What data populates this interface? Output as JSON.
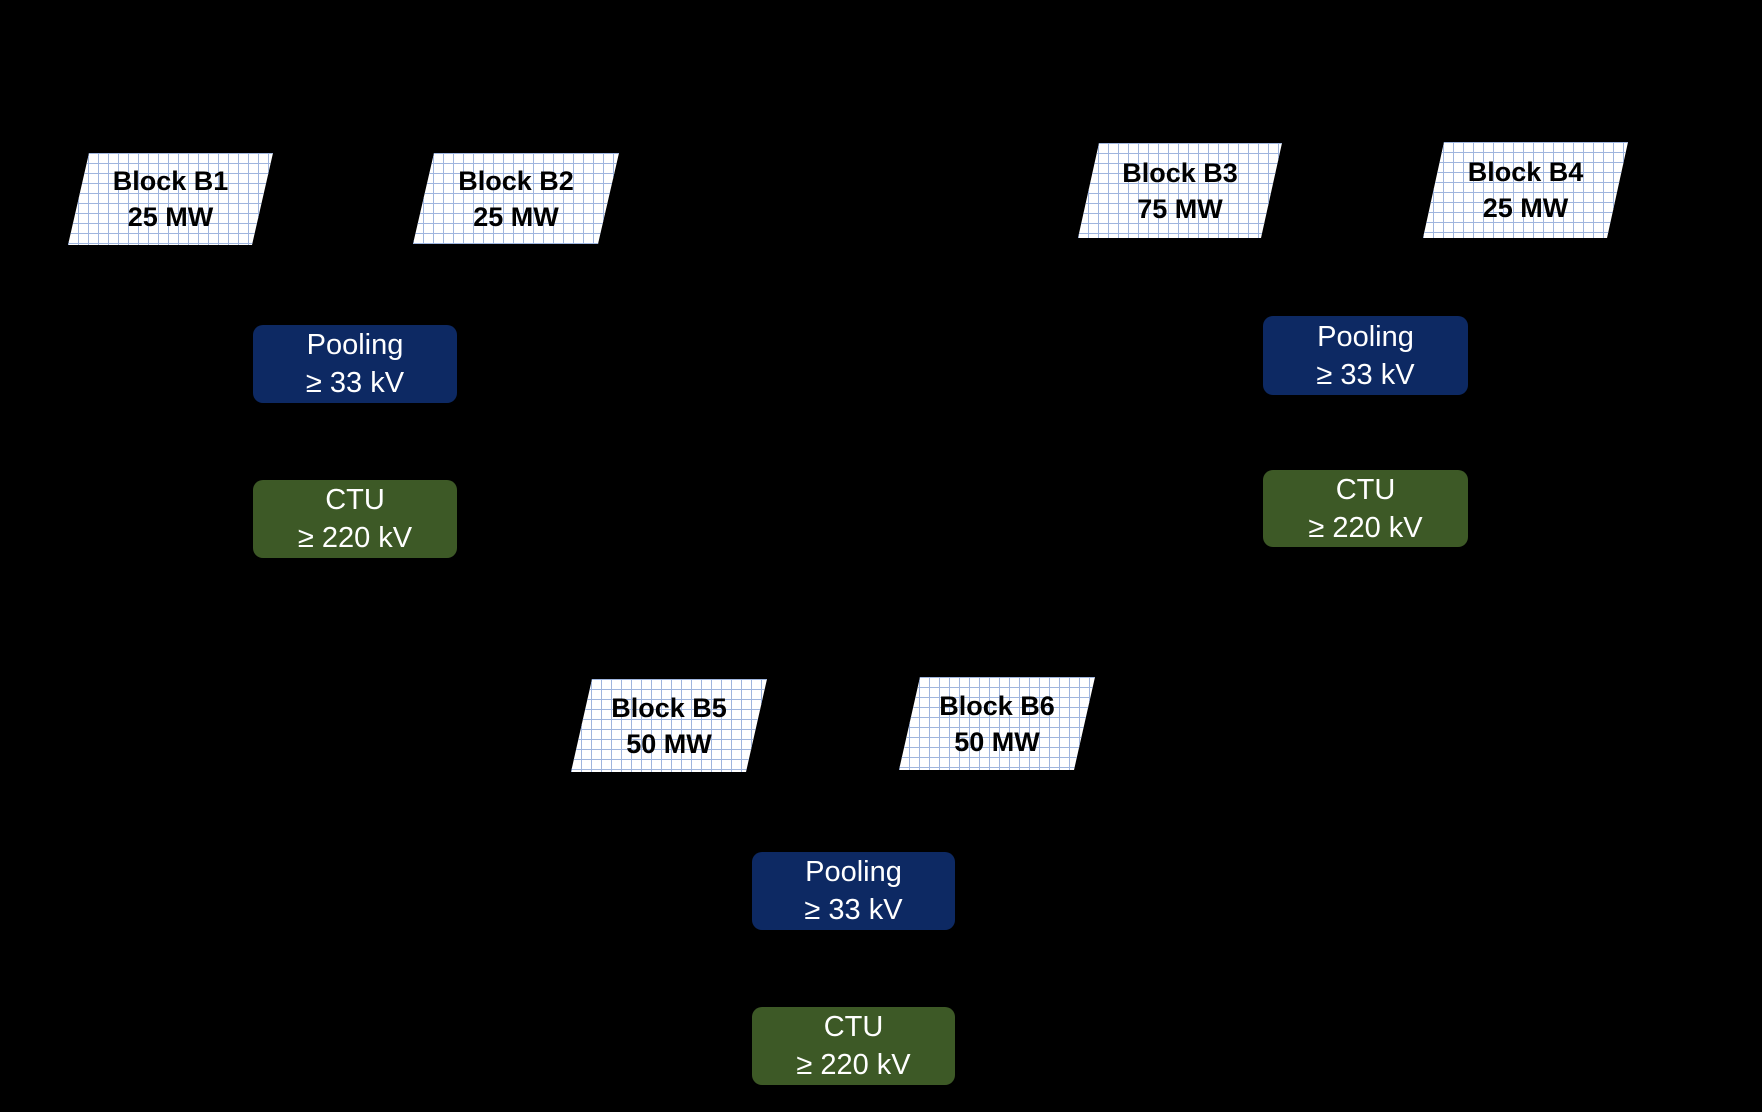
{
  "colors": {
    "canvas_bg": "#000000",
    "block_bg": "#ffffff",
    "block_grid": "#9fb5de",
    "block_text": "#000000",
    "pooling_bg": "#0d2963",
    "ctu_bg": "#3d5926",
    "station_text": "#ffffff"
  },
  "blocks": {
    "b1": {
      "name": "Block B1",
      "capacity": "25 MW"
    },
    "b2": {
      "name": "Block B2",
      "capacity": "25 MW"
    },
    "b3": {
      "name": "Block B3",
      "capacity": "75 MW"
    },
    "b4": {
      "name": "Block B4",
      "capacity": "25 MW"
    },
    "b5": {
      "name": "Block B5",
      "capacity": "50 MW"
    },
    "b6": {
      "name": "Block B6",
      "capacity": "50 MW"
    }
  },
  "stations": {
    "left_pooling": {
      "title": "Pooling",
      "voltage": "≥ 33 kV"
    },
    "left_ctu": {
      "title": "CTU",
      "voltage": "≥ 220 kV"
    },
    "right_pooling": {
      "title": "Pooling",
      "voltage": "≥ 33 kV"
    },
    "right_ctu": {
      "title": "CTU",
      "voltage": "≥ 220 kV"
    },
    "bottom_pooling": {
      "title": "Pooling",
      "voltage": "≥ 33 kV"
    },
    "bottom_ctu": {
      "title": "CTU",
      "voltage": "≥ 220 kV"
    }
  }
}
